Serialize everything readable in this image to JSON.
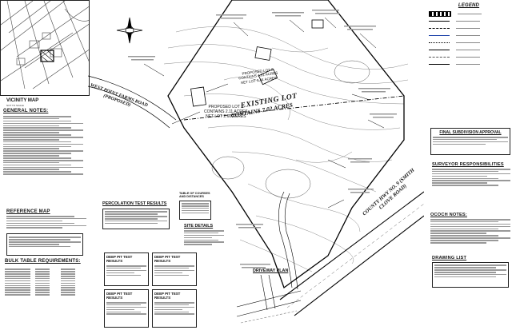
{
  "vicinity_map": {
    "title": "VICINITY MAP",
    "scale_label": "NOT TO SCALE"
  },
  "general_notes": {
    "title": "GENERAL NOTES:"
  },
  "reference_map": {
    "title": "REFERENCE MAP"
  },
  "reference_box": {
    "title": ""
  },
  "bulk_table": {
    "title": "BULK TABLE REQUIREMENTS:"
  },
  "road_labels": {
    "west_point": "WEST POINT FARMS ROAD (PROPOSED)",
    "county_hwy": "COUNTY HWY NO. 9 (SMITH CLOVE ROAD)"
  },
  "lot": {
    "existing_title": "EXISTING LOT",
    "existing_area": "CONTAINS 7.02 ACRES",
    "proposed_1": "PROPOSED LOT 1",
    "proposed_1_area": "CONTAINS 2.11 ACRES",
    "proposed_1_net": "NET LOT 2.60 ACRES",
    "proposed_2": "PROPOSED LOT 2",
    "proposed_2_area": "CONTAINS 4.91 ACRES",
    "proposed_2_net": "NET LOT 3.44 ACRES"
  },
  "percolation": {
    "title": "PERCOLATION TEST RESULTS"
  },
  "site_details": {
    "title": "SITE DETAILS"
  },
  "courses_table": {
    "title": "TABLE OF COURSES AND DISTANCES"
  },
  "deep_pit": {
    "title": "DEEP PIT TEST RESULTS"
  },
  "driveway": {
    "title": "DRIVEWAY PLAN"
  },
  "legend": {
    "title": "LEGEND"
  },
  "final_approval": {
    "title": "FINAL SUBDIVISION APPROVAL"
  },
  "surveyor": {
    "title": "SURVEYOR RESPONSIBILITIES"
  },
  "ococh": {
    "title": "OCOCH NOTES:"
  },
  "drawing_list": {
    "title": "DRAWING LIST"
  }
}
